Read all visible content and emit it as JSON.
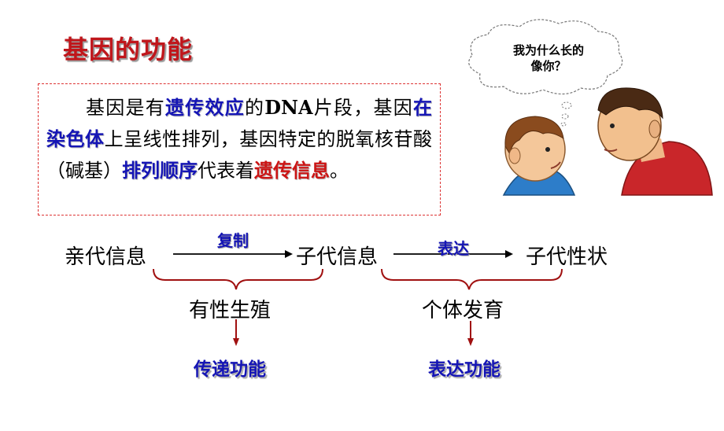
{
  "title": "基因的功能",
  "definition": {
    "p1": "基因是有",
    "k1": "遗传效应",
    "p2": "的",
    "dna": "DNA",
    "p3": "片段，基因",
    "k2": "在染色体",
    "p4": "上呈线性排列，基因特定的脱氧核苷酸（碱基）",
    "k3": "排列顺序",
    "p5": "代表着",
    "k4": "遗传信息",
    "p6": "。"
  },
  "speech": {
    "line1": "我为什么长的",
    "line2": "像你？"
  },
  "flow": {
    "parent_info": "亲代信息",
    "child_info": "子代信息",
    "child_traits": "子代性状",
    "arrow1_label": "复制",
    "arrow2_label": "表达",
    "brace1_label": "有性生殖",
    "brace2_label": "个体发育",
    "result1": "传递功能",
    "result2": "表达功能"
  },
  "colors": {
    "title": "#c0161b",
    "keyword_blue": "#1515b5",
    "keyword_red": "#cc1515",
    "brace": "#a01010"
  }
}
